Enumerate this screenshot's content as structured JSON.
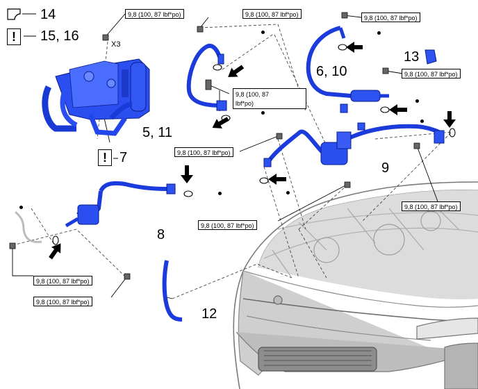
{
  "colors": {
    "component_blue": "#1f3fe0",
    "line": "#000000",
    "vehicle_gray": "#9a9a9a"
  },
  "legend": {
    "item14": {
      "icon": "tape-wrap-icon",
      "label": "14"
    },
    "item15": {
      "icon": "exclamation-mark-icon",
      "symbol": "!",
      "label": "15, 16"
    },
    "item7": {
      "icon": "exclamation-mark-icon",
      "symbol": "!",
      "label": "7"
    }
  },
  "multiplier": "X3",
  "callouts": {
    "c5_11": "5, 11",
    "c6_10": "6, 10",
    "c13": "13",
    "c9": "9",
    "c8": "8",
    "c12": "12"
  },
  "torque": {
    "t1": "9,8 (100, 87 lbf*po)",
    "t2": "9,8 (100, 87 lbf*po)",
    "t3": "9,8 (100, 87 lbf*po)",
    "t4": "9,8 (100, 87 lbf*po)",
    "t5": "9,8 (100, 87\nlbf*po)",
    "t6": "9,8 (100, 87 lbf*po)",
    "t7": "9,8 (100, 87 lbf*po)",
    "t8": "9,8 (100, 87 lbf*po)",
    "t9": "9,8 (100, 87 lbf*po)",
    "t10": "9,8 (100, 87 lbf*po)"
  }
}
